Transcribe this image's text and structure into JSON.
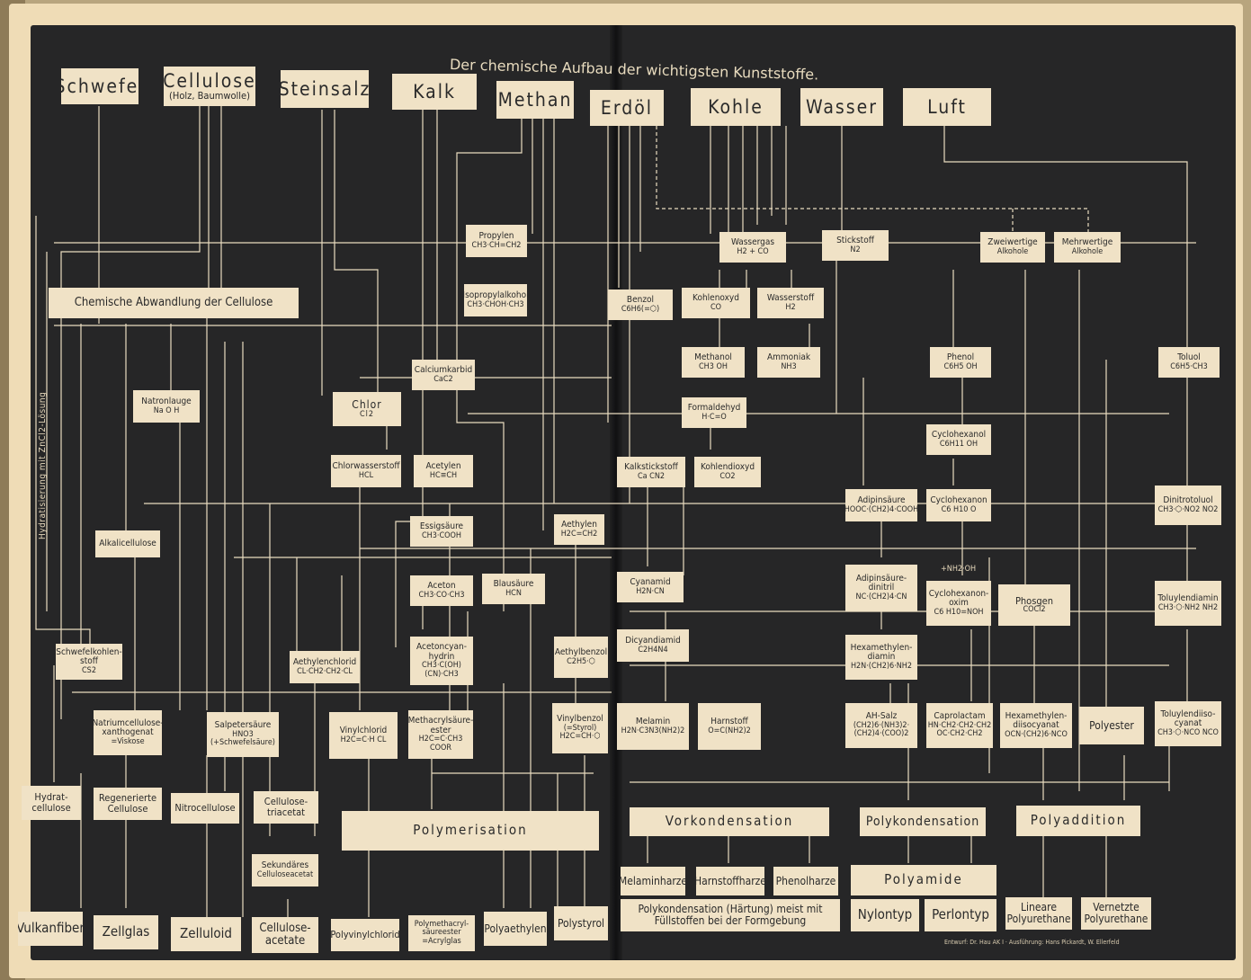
{
  "title": "Der chemische Aufbau der wichtigsten Kunststoffe.",
  "credit": "Entwurf: Dr. Hau AK I · Ausführung: Hans Pickardt, W. Ellerfeld",
  "side_label": "Hydratisierung mit ZnCl2-Lösung",
  "oh_label": "+NH2·OH",
  "colors": {
    "board": "#262627",
    "box": "#f0e2c6",
    "line": "#e9dcc0",
    "paper": "#efdcb6"
  },
  "raw_materials": {
    "schwefel": "Schwefel",
    "cellulose": "Cellulose",
    "cellulose_sub": "(Holz, Baumwolle)",
    "steinsalz": "Steinsalz",
    "kalk": "Kalk",
    "methan": "Methan",
    "erdoel": "Erdöl",
    "kohle": "Kohle",
    "wasser": "Wasser",
    "luft": "Luft"
  },
  "intermediates": {
    "abwandlung": "Chemische Abwandlung der Cellulose",
    "propylen": [
      "Propylen",
      "CH3·CH=CH2"
    ],
    "isopropyl": [
      "Isopropylalkohol",
      "CH3·CHOH·CH3"
    ],
    "wassergas": [
      "Wassergas",
      "H2 + CO"
    ],
    "stickstoff": [
      "Stickstoff",
      "N2"
    ],
    "zweiwertige": [
      "Zweiwertige",
      "Alkohole"
    ],
    "mehrwertige": [
      "Mehrwertige",
      "Alkohole"
    ],
    "benzol": [
      "Benzol",
      "C6H6(=⬡)"
    ],
    "kohlenoxyd": [
      "Kohlenoxyd",
      "CO"
    ],
    "wasserstoff": [
      "Wasserstoff",
      "H2"
    ],
    "methanol": [
      "Methanol",
      "CH3 OH"
    ],
    "ammoniak": [
      "Ammoniak",
      "NH3"
    ],
    "phenol": [
      "Phenol",
      "C6H5 OH"
    ],
    "toluol": [
      "Toluol",
      "C6H5·CH3"
    ],
    "calciumkarbid": [
      "Calciumkarbid",
      "CaC2"
    ],
    "natronlauge": [
      "Natronlauge",
      "Na O H"
    ],
    "chlor": [
      "Chlor",
      "Cl2"
    ],
    "formaldehyd": [
      "Formaldehyd",
      "H·C=O"
    ],
    "cyclohexanol": [
      "Cyclohexanol",
      "C6H11 OH"
    ],
    "chlorwasserstoff": [
      "Chlorwasserstoff",
      "HCL"
    ],
    "acetylen": [
      "Acetylen",
      "HC≡CH"
    ],
    "kalkstickstoff": [
      "Kalkstickstoff",
      "Ca CN2"
    ],
    "kohlendioxyd": [
      "Kohlendioxyd",
      "CO2"
    ],
    "adipinsaeure": [
      "Adipinsäure",
      "HOOC·(CH2)4·COOH"
    ],
    "cyclohexanon": [
      "Cyclohexanon",
      "C6 H10 O"
    ],
    "dinitrotoluol": [
      "Dinitrotoluol",
      "CH3·⬡·NO2 NO2"
    ],
    "alkalicellulose": "Alkalicellulose",
    "essigsaeure": [
      "Essigsäure",
      "CH3·COOH"
    ],
    "aethylen": [
      "Aethylen",
      "H2C=CH2"
    ],
    "aceton": [
      "Aceton",
      "CH3·CO·CH3"
    ],
    "blausaeure": [
      "Blausäure",
      "HCN"
    ],
    "cyanamid": [
      "Cyanamid",
      "H2N·CN"
    ],
    "adipinsaeuredinitril": [
      "Adipinsäure-dinitril",
      "NC·(CH2)4·CN"
    ],
    "cyclohexanonoxim": [
      "Cyclohexanon-oxim",
      "C6 H10=NOH"
    ],
    "phosgen": [
      "Phosgen",
      "COCl2"
    ],
    "toluylendiamin": [
      "Toluylendiamin",
      "CH3·⬡·NH2 NH2"
    ],
    "schwefelkohlenstoff": [
      "Schwefelkohlen-stoff",
      "CS2"
    ],
    "aethylenchlorid": [
      "Aethylenchlorid",
      "CL·CH2·CH2·CL"
    ],
    "acetoncyanhydrin": [
      "Acetoncyan-hydrin",
      "CH3·C(OH)(CN)·CH3"
    ],
    "aethylbenzol": [
      "Aethylbenzol",
      "C2H5·⬡"
    ],
    "dicyandiamid": [
      "Dicyandiamid",
      "C2H4N4"
    ],
    "hexamethylendiamin": [
      "Hexamethylen-diamin",
      "H2N·(CH2)6·NH2"
    ],
    "natriumcellulose": [
      "Natriumcellulose-xanthogenat",
      "=Viskose"
    ],
    "salpetersaeure": [
      "Salpetersäure",
      "HNO3",
      "(+Schwefelsäure)"
    ],
    "vinylchlorid": [
      "Vinylchlorid",
      "H2C=C·H CL"
    ],
    "methacrylsaeure": [
      "Methacrylsäure-ester",
      "H2C=C·CH3 COOR"
    ],
    "vinylbenzol": [
      "Vinylbenzol",
      "(=Styrol)",
      "H2C=CH·⬡"
    ],
    "melamin": [
      "Melamin",
      "H2N·C3N3(NH2)2"
    ],
    "harnstoff": [
      "Harnstoff",
      "O=C(NH2)2"
    ],
    "ahsalz": [
      "AH-Salz",
      "(CH2)6·(NH3)2·",
      "(CH2)4·(COO)2"
    ],
    "caprolactam": [
      "Caprolactam",
      "HN·CH2·CH2·CH2",
      "OC·CH2·CH2"
    ],
    "hexdiisocyanat": [
      "Hexamethylen-diisocyanat",
      "OCN·(CH2)6·NCO"
    ],
    "polyester": "Polyester",
    "toluylendiisocyanat": [
      "Toluylendiiso-cyanat",
      "CH3·⬡·NCO NCO"
    ],
    "hydratcellulose": [
      "Hydrat-",
      "cellulose"
    ],
    "regenerierte": [
      "Regenerierte",
      "Cellulose"
    ],
    "nitrocellulose": "Nitrocellulose",
    "triacetat": [
      "Cellulose-",
      "triacetat"
    ],
    "sekundaeres": [
      "Sekundäres",
      "Celluloseacetat"
    ]
  },
  "processes": {
    "polymerisation": "Polymerisation",
    "vorkondensation": "Vorkondensation",
    "polykondensation": "Polykondensation",
    "polyaddition": "Polyaddition",
    "melaminharze": "Melaminharze",
    "harnstoffharze": "Harnstoffharze",
    "phenolharze": "Phenolharze",
    "polyamide": "Polyamide",
    "haertung": [
      "Polykondensation (Härtung) meist mit",
      "Füllstoffen bei der Formgebung"
    ],
    "nylontyp": "Nylontyp",
    "perlontyp": "Perlontyp",
    "lineare": [
      "Lineare",
      "Polyurethane"
    ],
    "vernetzte": [
      "Vernetzte",
      "Polyurethane"
    ]
  },
  "products": {
    "vulkanfiber": "Vulkanfiber",
    "zellglas": "Zellglas",
    "zelluloid": "Zelluloid",
    "celluloseacetat": [
      "Cellulose-",
      "acetate"
    ],
    "polyvinylchlorid": "Polyvinylchlorid",
    "polymethacryl": [
      "Polymethacryl-",
      "säureester",
      "=Acrylglas"
    ],
    "polyaethylen": "Polyaethylen",
    "polystyrol": "Polystyrol"
  }
}
